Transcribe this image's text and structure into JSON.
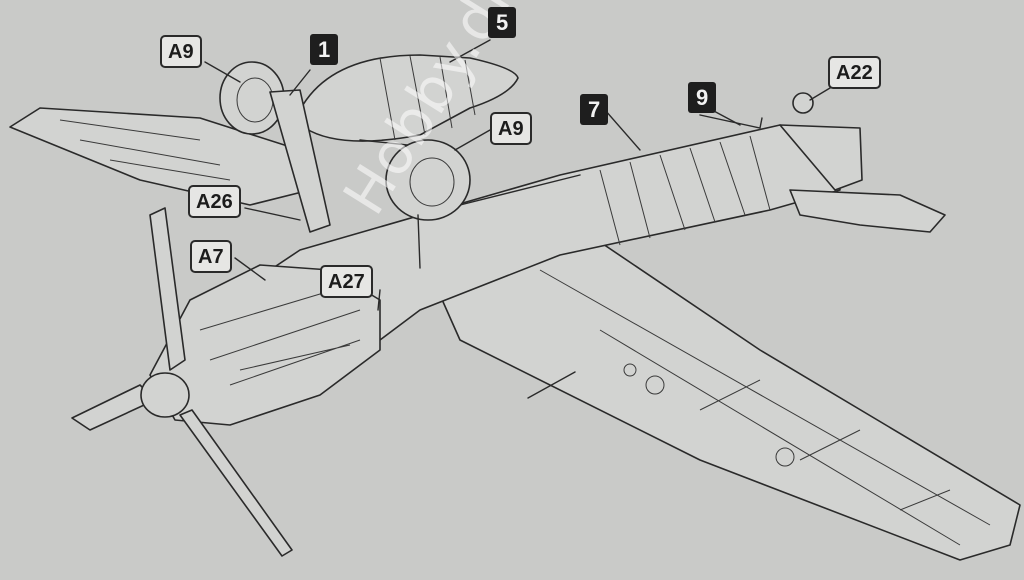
{
  "callouts": {
    "a9_left": "A9",
    "part_1": "1",
    "part_5": "5",
    "a9_right": "A9",
    "part_7": "7",
    "part_9": "9",
    "a22": "A22",
    "a26": "A26",
    "a7": "A7",
    "a27": "A27"
  },
  "watermark": "Hobby.dn.ua",
  "colors": {
    "background": "#c9cac8",
    "line": "#2a2a2a",
    "label_fill": "#e6e6e4",
    "label_solid": "#1e1e1e"
  }
}
